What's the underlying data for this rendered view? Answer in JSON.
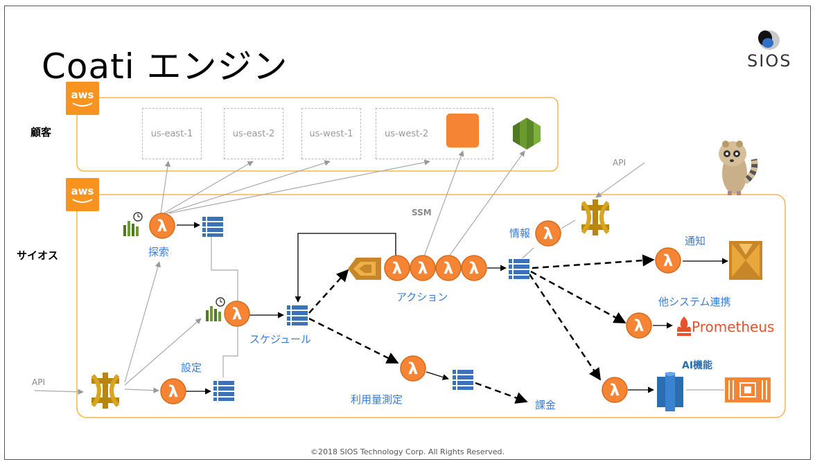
{
  "title": "Coati エンジン",
  "logo_text": "SIOS",
  "aws_label": "aws",
  "sections": {
    "customer": "顧客",
    "sios": "サイオス"
  },
  "regions": [
    "us-east-1",
    "us-east-2",
    "us-west-1",
    "us-west-2"
  ],
  "labels": {
    "api_top": "API",
    "api_left": "API",
    "ssm": "SSM",
    "explore": "探索",
    "config": "設定",
    "schedule": "スケジュール",
    "action": "アクション",
    "info": "情報",
    "notify": "通知",
    "other_system": "他システム連携",
    "prometheus": "Prometheus",
    "ai": "AI機能",
    "usage": "利用量測定",
    "billing": "課金"
  },
  "lambda_symbol": "λ",
  "footer": "©2018 SIOS Technology Corp. All Rights Reserved.",
  "colors": {
    "aws_orange": "#f7931e",
    "lambda_orange": "#f58534",
    "sqs_blue": "#3b73b9",
    "api_gold": "#b8860b",
    "label_blue": "#3a7bd5",
    "prometheus_red": "#e6522c",
    "cloudwatch_green": "#6b9a2f"
  }
}
